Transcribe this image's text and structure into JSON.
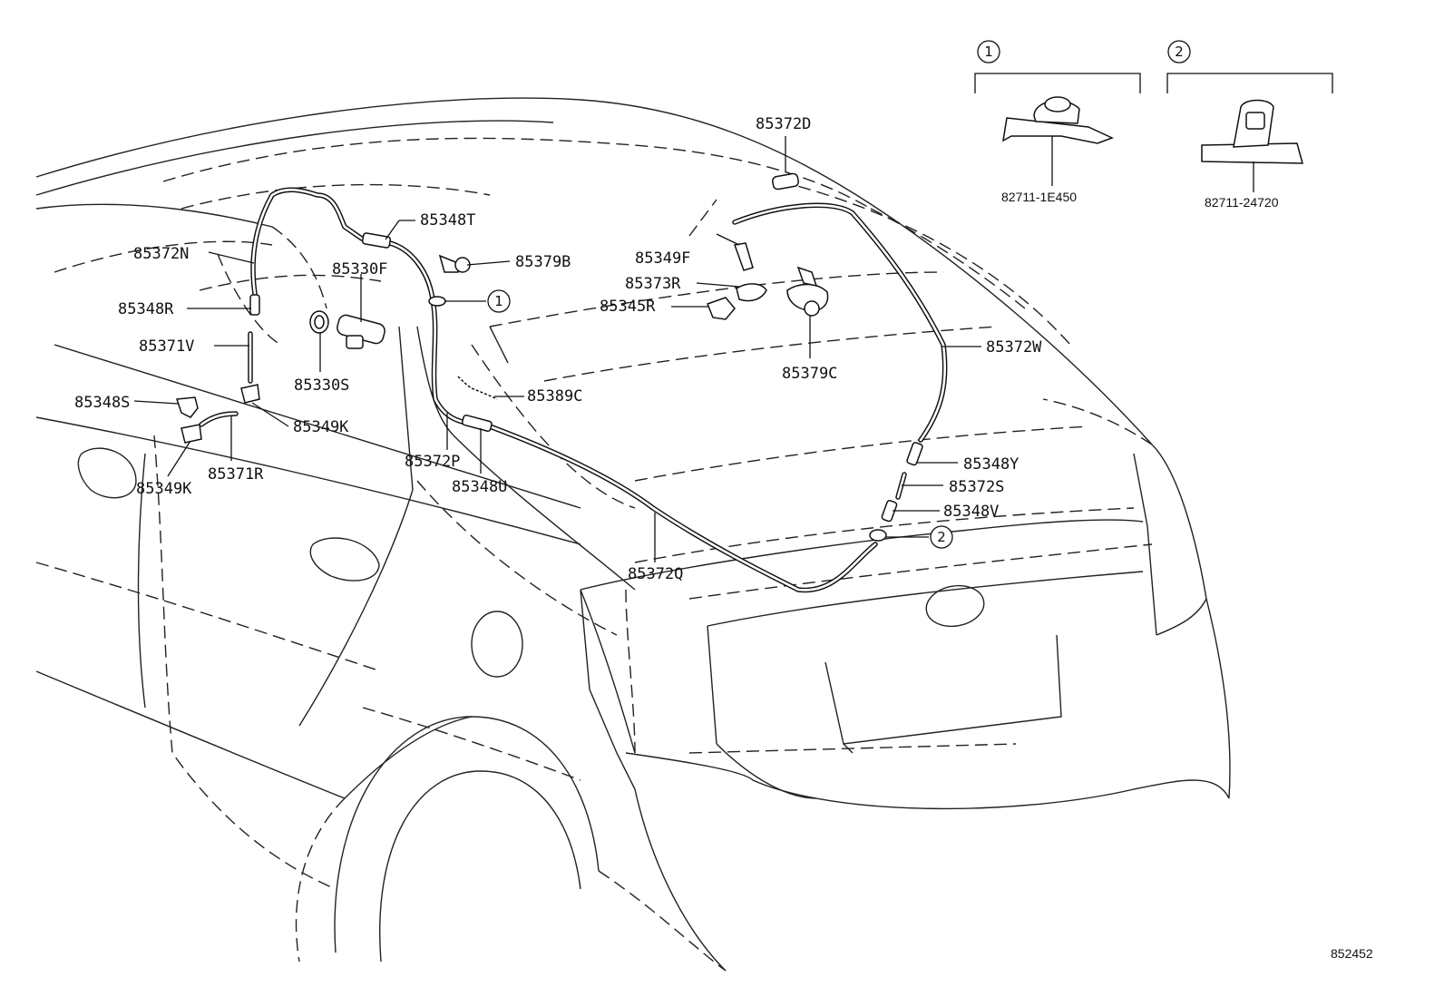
{
  "diagram": {
    "labels": [
      {
        "id": "85372D",
        "text": "85372D"
      },
      {
        "id": "85348T",
        "text": "85348T"
      },
      {
        "id": "85372N",
        "text": "85372N"
      },
      {
        "id": "85330F",
        "text": "85330F"
      },
      {
        "id": "85379B",
        "text": "85379B"
      },
      {
        "id": "85349F",
        "text": "85349F"
      },
      {
        "id": "85373R",
        "text": "85373R"
      },
      {
        "id": "85345R",
        "text": "85345R"
      },
      {
        "id": "85348R",
        "text": "85348R"
      },
      {
        "id": "85371V",
        "text": "85371V"
      },
      {
        "id": "85330S",
        "text": "85330S"
      },
      {
        "id": "85379C",
        "text": "85379C"
      },
      {
        "id": "85372W",
        "text": "85372W"
      },
      {
        "id": "85389C",
        "text": "85389C"
      },
      {
        "id": "85348S",
        "text": "85348S"
      },
      {
        "id": "85349K_a",
        "text": "85349K"
      },
      {
        "id": "85372P",
        "text": "85372P"
      },
      {
        "id": "85348U",
        "text": "85348U"
      },
      {
        "id": "85371R",
        "text": "85371R"
      },
      {
        "id": "85349K_b",
        "text": "85349K"
      },
      {
        "id": "85348Y",
        "text": "85348Y"
      },
      {
        "id": "85372S",
        "text": "85372S"
      },
      {
        "id": "85348V",
        "text": "85348V"
      },
      {
        "id": "85372Q",
        "text": "85372Q"
      }
    ],
    "callouts": [
      {
        "id": "c1_main",
        "text": "1"
      },
      {
        "id": "c2_main",
        "text": "2"
      }
    ],
    "insets": [
      {
        "id": "inset1",
        "marker": "1",
        "part_number": "82711-1E450"
      },
      {
        "id": "inset2",
        "marker": "2",
        "part_number": "82711-24720"
      }
    ],
    "figure_code": "852452"
  }
}
